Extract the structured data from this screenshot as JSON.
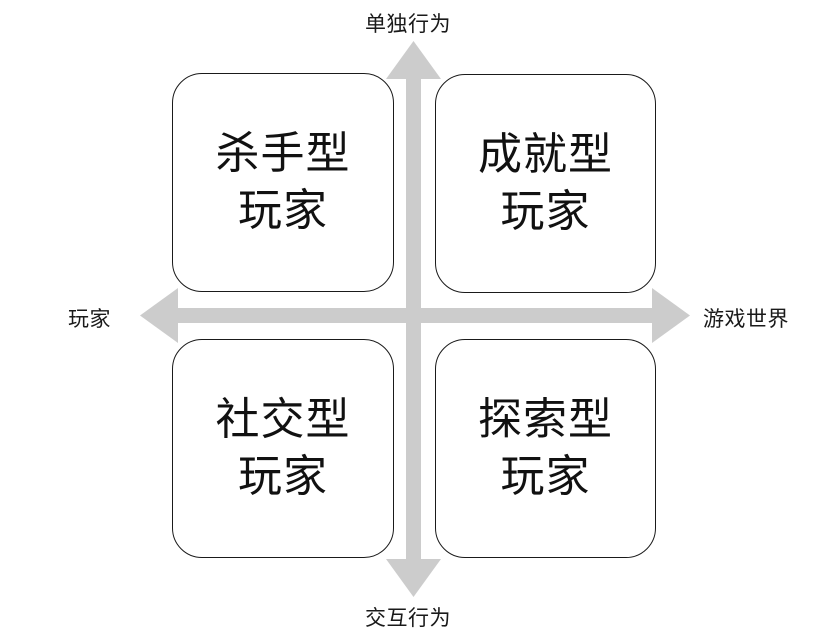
{
  "diagram": {
    "title": "Bartle Player Types Quadrant",
    "type": "2x2-quadrant",
    "colors": {
      "arrow": "#cccccc",
      "box_border": "#1a1a1a",
      "box_fill": "#ffffff",
      "text": "#111111",
      "background": "#ffffff"
    },
    "axes": {
      "vertical": {
        "top_label": "单独行为",
        "bottom_label": "交互行为"
      },
      "horizontal": {
        "left_label": "玩家",
        "right_label": "游戏世界"
      }
    },
    "quadrants": [
      {
        "id": "killer",
        "position": "top-left",
        "line1": "杀手型",
        "line2": "玩家"
      },
      {
        "id": "achiever",
        "position": "top-right",
        "line1": "成就型",
        "line2": "玩家"
      },
      {
        "id": "socializer",
        "position": "bottom-left",
        "line1": "社交型",
        "line2": "玩家"
      },
      {
        "id": "explorer",
        "position": "bottom-right",
        "line1": "探索型",
        "line2": "玩家"
      }
    ]
  }
}
